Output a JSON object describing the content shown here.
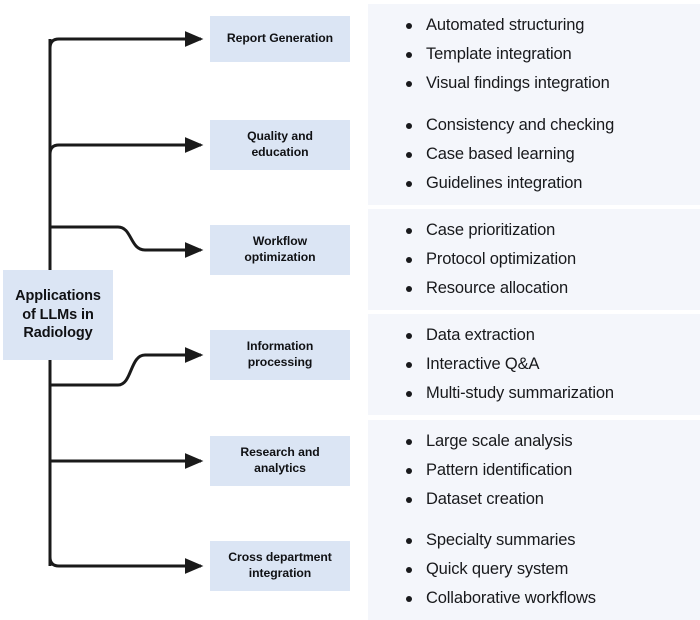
{
  "diagram": {
    "type": "horizontal-tree-mindmap",
    "title": "Applications of LLMs in Radiology",
    "root": {
      "label": "Applications of LLMs in Radiology",
      "lines": [
        "Applications",
        "of LLMs in",
        "Radiology"
      ],
      "fill": "#dbe5f4"
    },
    "colors": {
      "node_fill": "#dbe5f4",
      "panel_fill": "#f4f6fb",
      "connector": "#1a1a1a",
      "text": "#101114",
      "bullet_text": "#18191c",
      "background": "#ffffff"
    },
    "branches": [
      {
        "id": "report-generation",
        "label": "Report Generation",
        "lines": [
          "Report Generation"
        ],
        "items": [
          "Automated structuring",
          "Template integration",
          "Visual findings integration"
        ]
      },
      {
        "id": "quality-and-education",
        "label": "Quality and education",
        "lines": [
          "Quality and",
          "education"
        ],
        "items": [
          "Consistency and checking",
          "Case based learning",
          "Guidelines integration"
        ]
      },
      {
        "id": "workflow-optimization",
        "label": "Workflow optimization",
        "lines": [
          "Workflow",
          "optimization"
        ],
        "items": [
          "Case prioritization",
          "Protocol optimization",
          "Resource allocation"
        ]
      },
      {
        "id": "information-processing",
        "label": "Information processing",
        "lines": [
          "Information",
          "processing"
        ],
        "items": [
          "Data extraction",
          "Interactive Q&A",
          "Multi-study summarization"
        ]
      },
      {
        "id": "research-and-analytics",
        "label": "Research and analytics",
        "lines": [
          "Research and",
          "analytics"
        ],
        "items": [
          "Large scale analysis",
          "Pattern identification",
          "Dataset creation"
        ]
      },
      {
        "id": "cross-department-integration",
        "label": "Cross department integration",
        "lines": [
          "Cross department",
          "integration"
        ],
        "items": [
          "Specialty summaries",
          "Quick query system",
          "Collaborative workflows"
        ]
      }
    ]
  }
}
